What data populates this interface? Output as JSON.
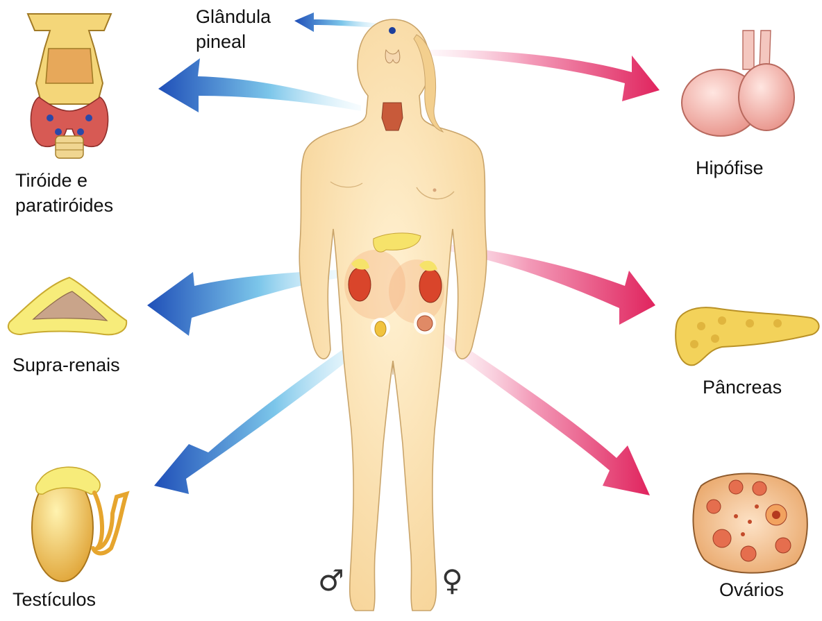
{
  "labels": {
    "pineal": [
      "Glândula",
      "pineal"
    ],
    "thyroid": [
      "Tiróide e",
      "paratiróides"
    ],
    "pituitary": "Hipófise",
    "adrenal": "Supra-renais",
    "pancreas": "Pâncreas",
    "testes": "Testículos",
    "ovaries": "Ovários"
  },
  "symbols": {
    "male": "♂",
    "female": "♀"
  },
  "colors": {
    "male_arrow": "#1f4fb8",
    "male_arrow_light": "#9fd9f2",
    "female_arrow": "#e0245e",
    "female_arrow_light": "#f7c7d8",
    "skin": "#fbe3b0",
    "skin_outline": "#c9a46a",
    "gland_yellow": "#f6e36a",
    "gland_red": "#d9452b"
  }
}
